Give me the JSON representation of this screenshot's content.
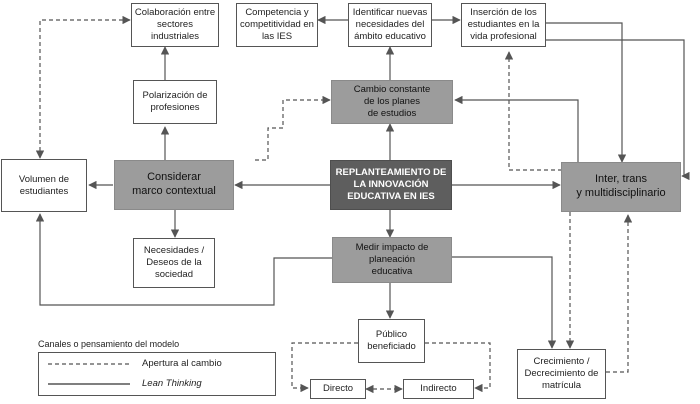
{
  "nodes": {
    "colaboracion": "Colaboración entre\nsectores\nindustriales",
    "competencia": "Competencia y\ncompetitividad en\nlas IES",
    "identificar": "Identificar nuevas\nnecesidades del\námbito educativo",
    "insercion": "Inserción de los\nestudiantes en la\nvida profesional",
    "polarizacion": "Polarización de\nprofesiones",
    "cambio": "Cambio constante\nde los planes\nde estudios",
    "volumen": "Volumen de\nestudiantes",
    "considerar": "Considerar\nmarco contextual",
    "replanteamiento": "REPLANTEAMIENTO DE\nLA INNOVACIÓN\nEDUCATIVA EN IES",
    "inter": "Inter, trans\ny multidisciplinario",
    "necesidades": "Necesidades /\nDeseos de la\nsociedad",
    "medir": "Medir impacto de\nplaneación\neducativa",
    "publico": "Público\nbeneficiado",
    "directo": "Directo",
    "indirecto": "Indirecto",
    "crecimiento": "Crecimiento /\nDecrecimiento de\nmatrícula"
  },
  "legend": {
    "title": "Canales o pensamiento del modelo",
    "dashed": "Apertura al cambio",
    "solid": "Lean Thinking"
  },
  "colors": {
    "line": "#555555",
    "grey_box": "#9c9c9c",
    "center_box": "#5e5e5e"
  }
}
